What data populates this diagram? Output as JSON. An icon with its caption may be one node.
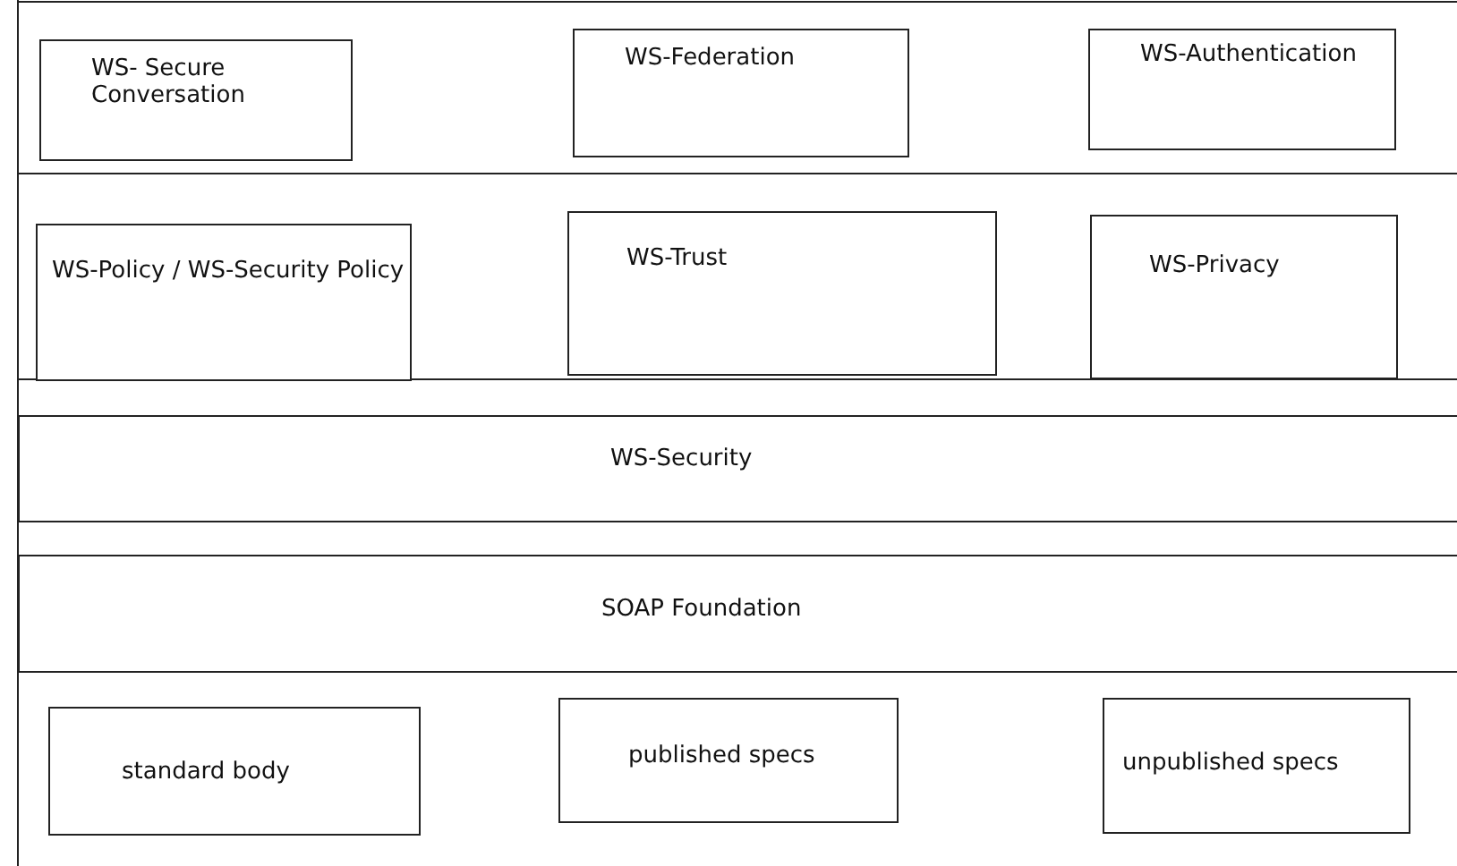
{
  "diagram": {
    "nodes": [
      {
        "text": [
          "WS- Secure Conversation"
        ]
      },
      {
        "text": [
          "WS-Federation"
        ]
      },
      {
        "text": [
          "WS-Authentication"
        ]
      },
      {
        "text": [
          "WS-Policy / WS-Security Policy"
        ]
      },
      {
        "text": [
          "WS-Trust"
        ]
      },
      {
        "text": [
          "WS-Privacy"
        ]
      },
      {
        "text": [
          "WS-Security"
        ]
      },
      {
        "text": [
          "SOAP Foundation"
        ]
      },
      {
        "text": [
          "standard body"
        ]
      },
      {
        "text": [
          "published specs"
        ]
      },
      {
        "text": [
          "unpublished specs"
        ]
      }
    ],
    "edges": []
  }
}
